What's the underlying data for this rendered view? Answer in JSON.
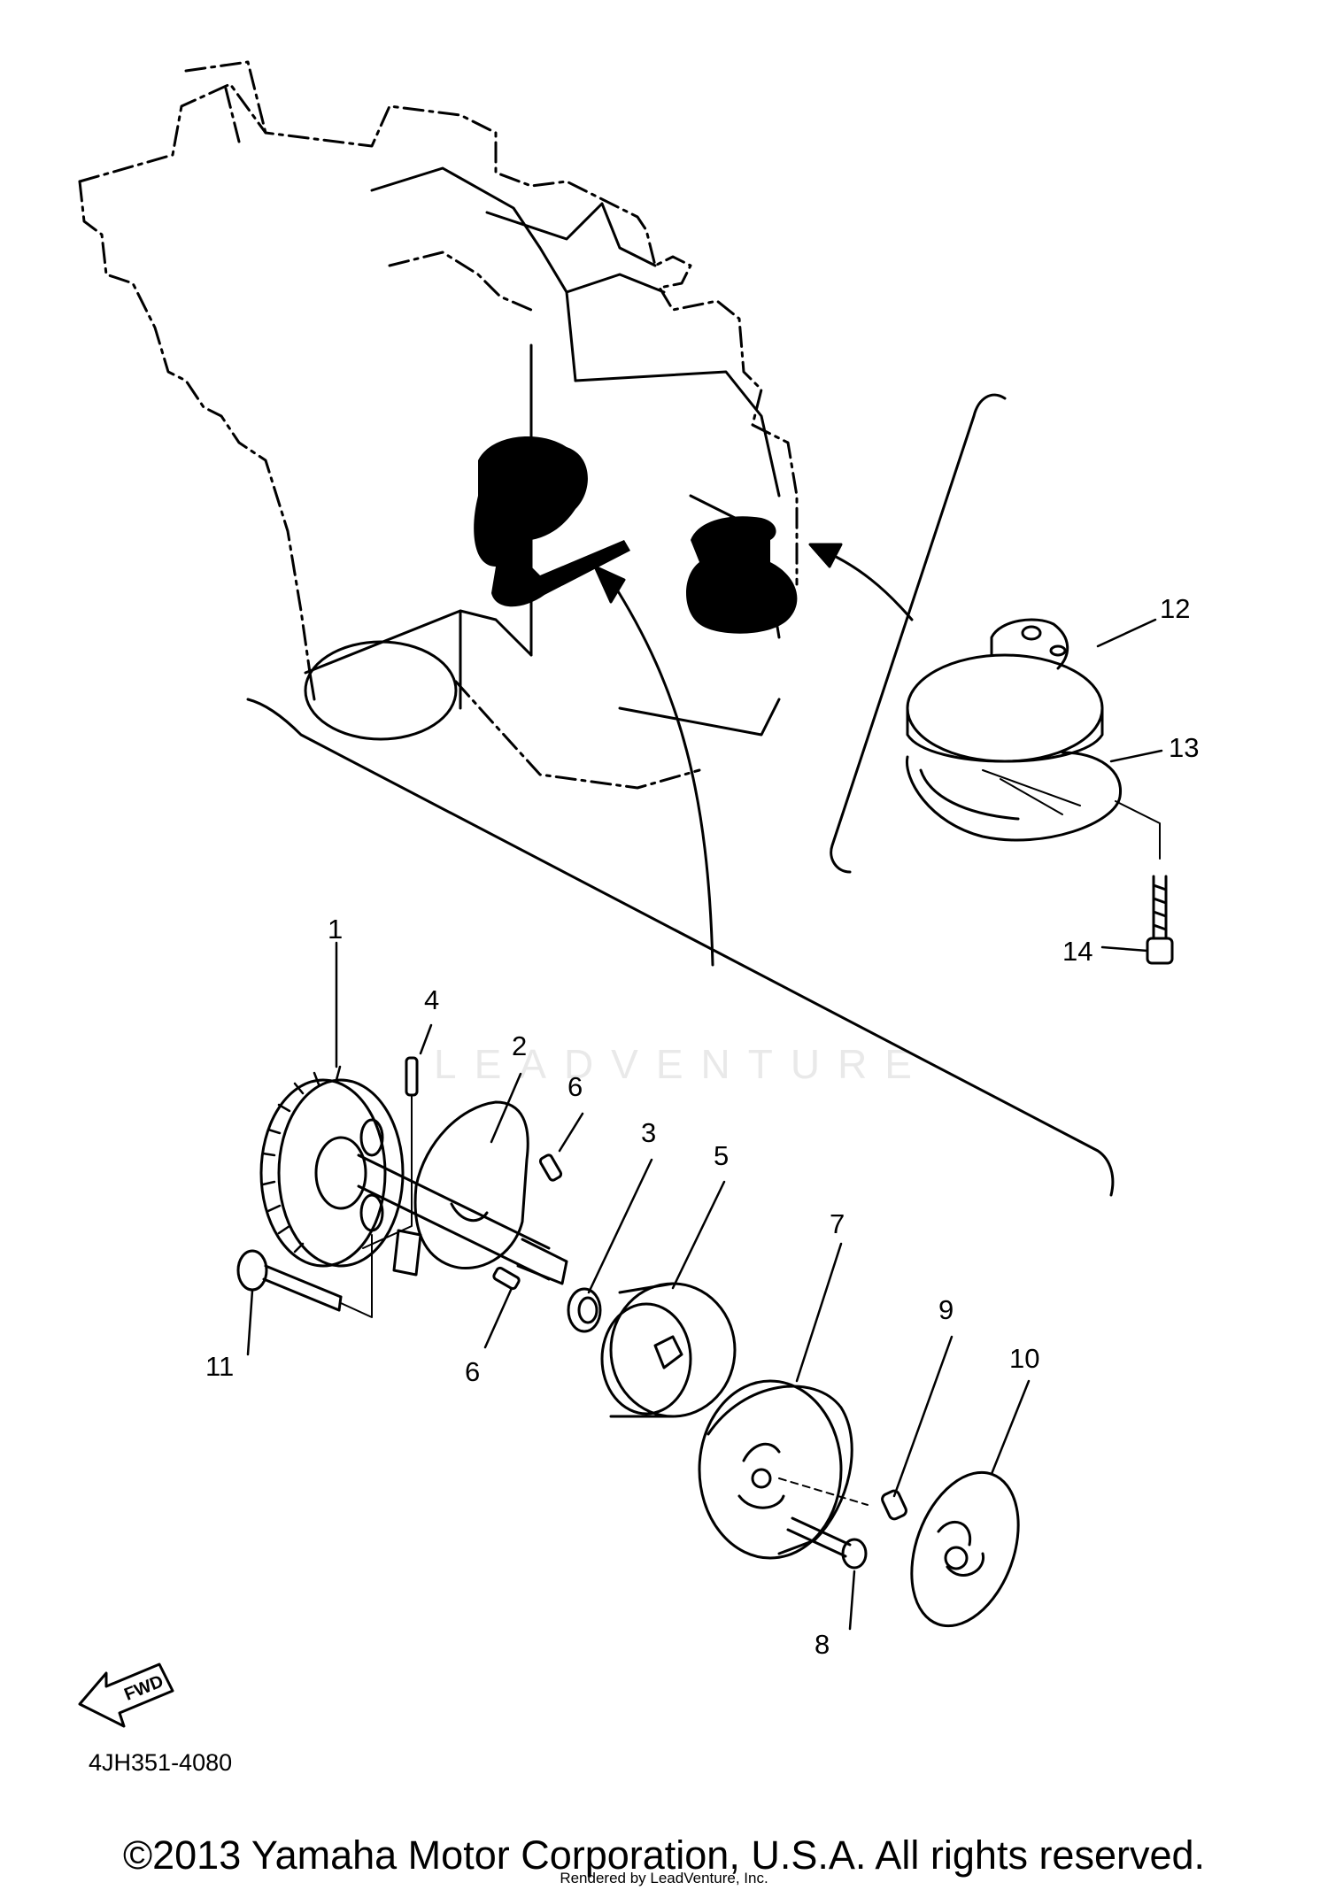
{
  "diagram": {
    "callouts": [
      "1",
      "2",
      "3",
      "4",
      "5",
      "6",
      "6",
      "7",
      "8",
      "9",
      "10",
      "11",
      "12",
      "13",
      "14"
    ],
    "fwd_label": "FWD",
    "drawing_code": "4JH351-4080",
    "watermark": "LEADVENTURE"
  },
  "footer": {
    "copyright": "©2013 Yamaha Motor Corporation, U.S.A. All rights reserved.",
    "rendered_by": "Rendered by LeadVenture, Inc."
  }
}
